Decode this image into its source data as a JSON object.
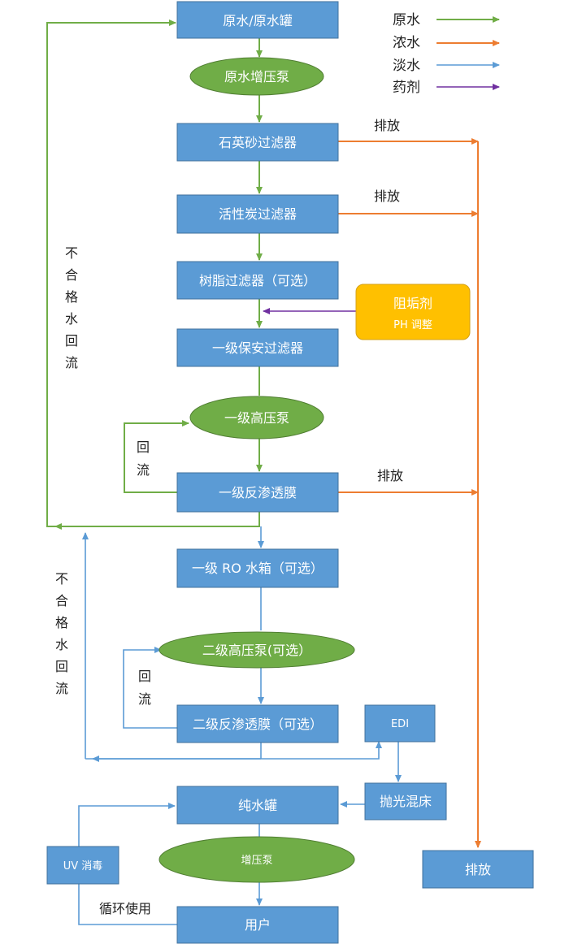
{
  "colors": {
    "box": "#5B9BD5",
    "pump": "#70AD47",
    "chemical": "#FFC000",
    "raw_water": "#70AD47",
    "concentrate": "#ED7D31",
    "permeate": "#5B9BD5",
    "dosing": "#7030A0"
  },
  "legend": {
    "raw_water": "原水",
    "concentrate": "浓水",
    "permeate": "淡水",
    "dosing": "药剂"
  },
  "nodes": {
    "raw_tank": "原水/原水罐",
    "booster_pump": "原水增压泵",
    "sand_filter": "石英砂过滤器",
    "carbon_filter": "活性炭过滤器",
    "resin_filter": "树脂过滤器（可选）",
    "antiscalant_line1": "阻垢剂",
    "antiscalant_line2": "PH 调整",
    "security_filter": "一级保安过滤器",
    "hp_pump_1": "一级高压泵",
    "ro_1": "一级反渗透膜",
    "ro_tank": "一级 RO 水箱（可选）",
    "hp_pump_2": "二级高压泵(可选）",
    "ro_2": "二级反渗透膜（可选）",
    "edi": "EDI",
    "polish_bed": "抛光混床",
    "pure_tank": "纯水罐",
    "pump_final": "增压泵",
    "uv": "UV 消毒",
    "user": "用户",
    "drain": "排放"
  },
  "labels": {
    "discharge_1": "排放",
    "discharge_2": "排放",
    "discharge_3": "排放",
    "reject_return_1": [
      "不",
      "合",
      "格",
      "水",
      "回",
      "流"
    ],
    "reject_return_2": [
      "不",
      "合",
      "格",
      "水",
      "回",
      "流"
    ],
    "recirc_1": [
      "回",
      "流"
    ],
    "recirc_2": [
      "回",
      "流"
    ],
    "loop_use": "循环使用"
  }
}
